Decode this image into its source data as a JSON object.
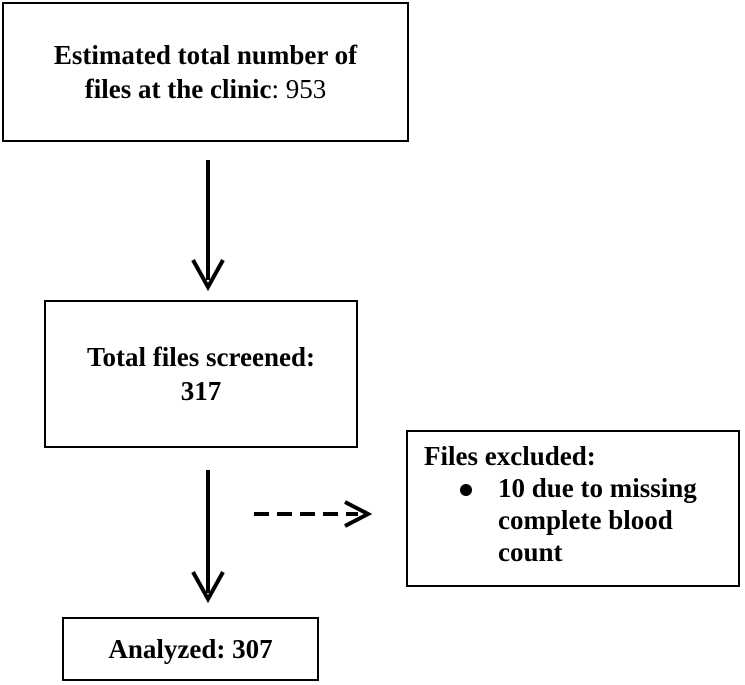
{
  "nodes": {
    "total": {
      "label": "Estimated total number of",
      "label2": "files at the clinic",
      "separator": ":",
      "value": "953"
    },
    "screened": {
      "label": "Total files screened:",
      "value": "317"
    },
    "excluded": {
      "title": "Files excluded:",
      "items": [
        "10 due to missing complete blood count"
      ]
    },
    "analyzed": {
      "label": "Analyzed: 307"
    }
  },
  "edges": [
    {
      "from": "total",
      "to": "screened",
      "style": "solid"
    },
    {
      "from": "screened",
      "to": "analyzed",
      "style": "solid"
    },
    {
      "from": "screened",
      "to": "excluded",
      "style": "dashed"
    }
  ],
  "colors": {
    "stroke": "#000000",
    "background": "#ffffff",
    "text": "#000000"
  }
}
